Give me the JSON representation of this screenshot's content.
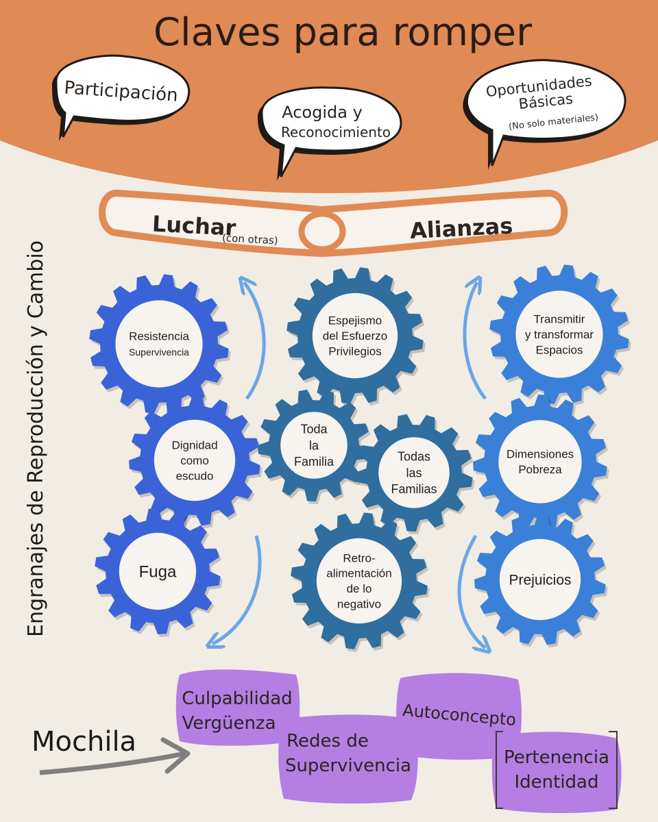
{
  "title": "Claves para romper",
  "bubbles": [
    {
      "line1": "Participación",
      "line2": "",
      "note": ""
    },
    {
      "line1": "Acogida y",
      "line2": "Reconocimiento",
      "note": ""
    },
    {
      "line1": "Oportunidades",
      "line2": "Básicas",
      "note": "(No solo materiales)"
    }
  ],
  "bar": {
    "left_main": "Luchar",
    "left_note": "(con otras)",
    "right_main": "Alianzas"
  },
  "side_label": "Engranajes de Reproducción y Cambio",
  "gears": [
    {
      "id": "resistencia",
      "lines": [
        "Resistencia",
        "Supervivencia"
      ],
      "color": "#3a63d8"
    },
    {
      "id": "dignidad",
      "lines": [
        "Dignidad",
        "como",
        "escudo"
      ],
      "color": "#3a63d8"
    },
    {
      "id": "fuga",
      "lines": [
        "Fuga"
      ],
      "color": "#3a63d8"
    },
    {
      "id": "espejismo",
      "lines": [
        "Espejismo",
        "del Esfuerzo",
        "Privilegios"
      ],
      "color": "#2f6e9e"
    },
    {
      "id": "toda-la-familia",
      "lines": [
        "Toda",
        "la",
        "Familia"
      ],
      "color": "#2f6e9e"
    },
    {
      "id": "todas-las-familias",
      "lines": [
        "Todas",
        "las",
        "Familias"
      ],
      "color": "#2f6e9e"
    },
    {
      "id": "retroalimentacion",
      "lines": [
        "Retro-",
        "alimentación",
        "de lo",
        "negativo"
      ],
      "color": "#2f6e9e"
    },
    {
      "id": "transmitir",
      "lines": [
        "Transmitir",
        "y transformar",
        "Espacios"
      ],
      "color": "#3a80d8"
    },
    {
      "id": "dimensiones",
      "lines": [
        "Dimensiones",
        "Pobreza"
      ],
      "color": "#3a80d8"
    },
    {
      "id": "prejuicios",
      "lines": [
        "Prejuicios"
      ],
      "color": "#3a80d8"
    }
  ],
  "mochila": {
    "label": "Mochila",
    "blocks": [
      {
        "lines": [
          "Culpabilidad",
          "Vergüenza"
        ]
      },
      {
        "lines": [
          "Redes de",
          "Supervivencia"
        ]
      },
      {
        "lines": [
          "Autoconcepto"
        ]
      },
      {
        "lines": [
          "Pertenencia",
          "Identidad"
        ]
      }
    ]
  },
  "colors": {
    "header_orange": "#e08a55",
    "bar_orange": "#e08a55",
    "background": "#f1ece4",
    "purple": "#b57ee3",
    "arrow_blue": "#6aa6e6",
    "arrow_gray": "#808080"
  }
}
